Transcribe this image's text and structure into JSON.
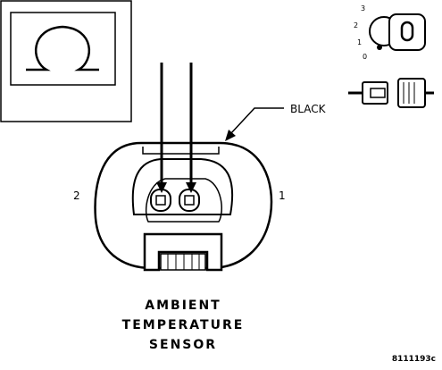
{
  "meter": {
    "symbol": "Ω"
  },
  "connector": {
    "color_label": "BLACK",
    "pin_left": "2",
    "pin_right": "1",
    "name_lines": [
      "AMBIENT",
      "TEMPERATURE",
      "SENSOR"
    ]
  },
  "ignition": {
    "positions": [
      "3",
      "2",
      "1",
      "0"
    ]
  },
  "figure_code": "8111193c"
}
